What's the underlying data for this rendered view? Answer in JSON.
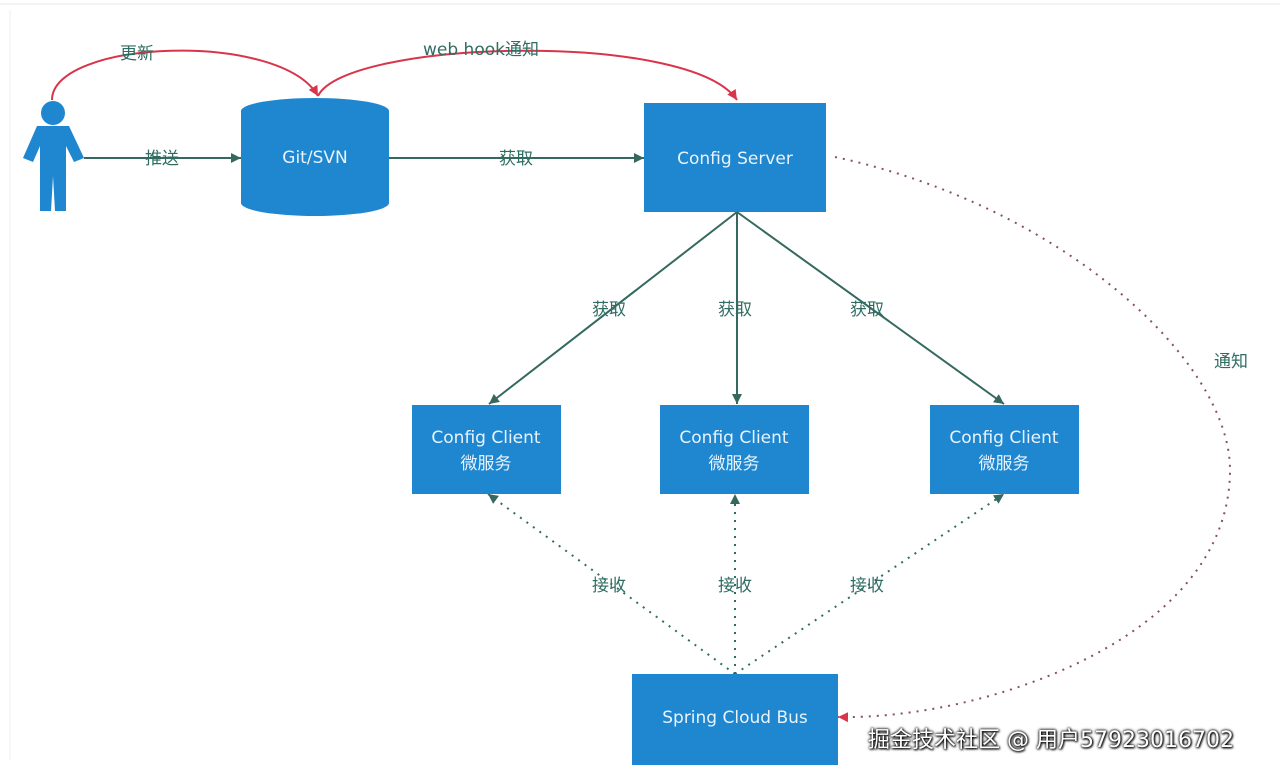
{
  "colors": {
    "node_fill": "#1f86d0",
    "solid_edge": "#35695f",
    "dotted_edge": "#2f6d62",
    "notify_edge": "#d8354a"
  },
  "icons": {
    "user": "person-icon"
  },
  "nodes": {
    "git_svn": "Git/SVN",
    "config_server": "Config Server",
    "clients": [
      {
        "line1": "Config Client",
        "line2": "微服务"
      },
      {
        "line1": "Config Client",
        "line2": "微服务"
      },
      {
        "line1": "Config Client",
        "line2": "微服务"
      }
    ],
    "bus": "Spring Cloud Bus"
  },
  "edges": {
    "update": "更新",
    "webhook": "web hook通知",
    "push": "推送",
    "fetch_server": "获取",
    "fetch_clients": [
      "获取",
      "获取",
      "获取"
    ],
    "receive": [
      "接收",
      "接收",
      "接收"
    ],
    "notify": "通知"
  },
  "watermark": "掘金技术社区 @ 用户57923016702"
}
